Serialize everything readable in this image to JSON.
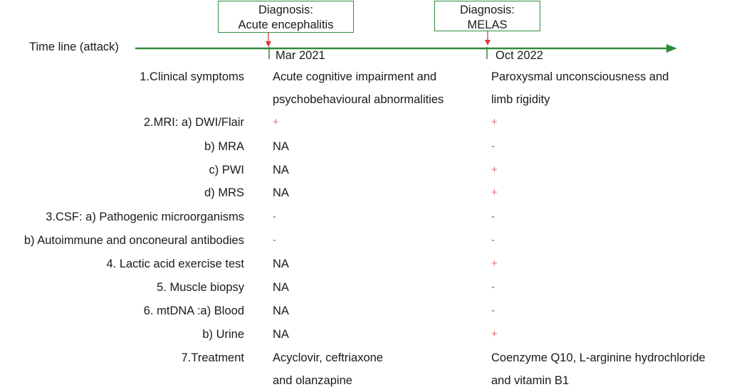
{
  "timeline_label": "Time line (attack)",
  "events": [
    {
      "diagnosis_line1": "Diagnosis:",
      "diagnosis_line2": "Acute encephalitis",
      "date": "Mar 2021"
    },
    {
      "diagnosis_line1": "Diagnosis:",
      "diagnosis_line2": "MELAS",
      "date": "Oct 2022"
    }
  ],
  "colors": {
    "timeline": "#2e8b3e",
    "arrow": "#d93a3a",
    "positive": "#e26b6b",
    "negative": "#2d7fc4"
  },
  "rows": [
    {
      "label": "1.Clinical symptoms",
      "v1_l1": "Acute cognitive impairment and",
      "v1_l2": "psychobehavioural abnormalities",
      "v2_l1": "Paroxysmal unconsciousness and",
      "v2_l2": "limb rigidity"
    },
    {
      "label": "2.MRI: a) DWI/Flair",
      "v1": "+",
      "v2": "+"
    },
    {
      "label": "b) MRA",
      "v1": "NA",
      "v2": "-"
    },
    {
      "label": "c) PWI",
      "v1": "NA",
      "v2": "+"
    },
    {
      "label": "d) MRS",
      "v1": "NA",
      "v2": "+"
    },
    {
      "label": "3.CSF:  a) Pathogenic microorganisms",
      "v1": "-",
      "v2": "-"
    },
    {
      "label": "b) Autoimmune and onconeural antibodies",
      "v1": "-",
      "v2": "-"
    },
    {
      "label": "4. Lactic acid exercise test",
      "v1": "NA",
      "v2": "+"
    },
    {
      "label": "5. Muscle biopsy",
      "v1": "NA",
      "v2": "-"
    },
    {
      "label": "6. mtDNA :a) Blood",
      "v1": "NA",
      "v2": "-"
    },
    {
      "label": "b) Urine",
      "v1": "NA",
      "v2": "+"
    },
    {
      "label": "7.Treatment",
      "v1_l1": "Acyclovir, ceftriaxone",
      "v1_l2": "and olanzapine",
      "v2_l1": "Coenzyme Q10, L-arginine hydrochloride",
      "v2_l2": "and vitamin B1"
    }
  ]
}
